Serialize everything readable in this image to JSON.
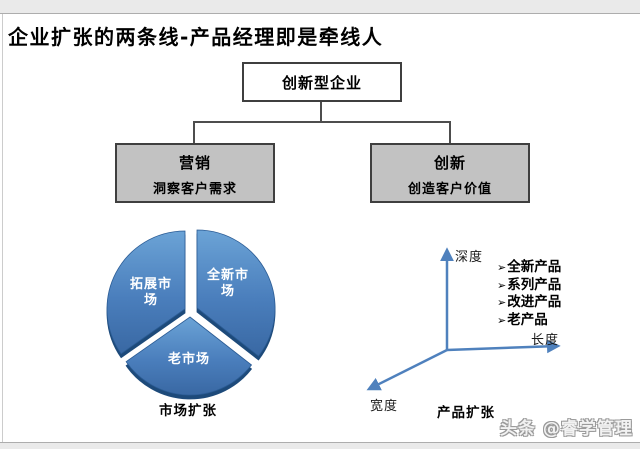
{
  "title": "企业扩张的两条线-产品经理即是牵线人",
  "org_chart": {
    "root": "创新型企业",
    "left": {
      "title": "营销",
      "subtitle": "洞察客户需求"
    },
    "right": {
      "title": "创新",
      "subtitle": "创造客户价值"
    }
  },
  "market_pie": {
    "caption": "市场扩张",
    "slices": [
      {
        "label": "拓展市场"
      },
      {
        "label": "全新市场"
      },
      {
        "label": "老市场"
      }
    ]
  },
  "product_axis": {
    "caption": "产品扩张",
    "axis_up": "深度",
    "axis_right": "长度",
    "axis_diag": "宽度",
    "bullet": "➢",
    "items": [
      "全新产品",
      "系列产品",
      "改进产品",
      "老产品"
    ]
  },
  "watermark": "头条 @睿学管理",
  "colors": {
    "pie_blue_light": "#6ba3d6",
    "pie_blue_dark": "#3968a3",
    "pie_rim": "#1d4a7a",
    "axis_blue": "#4f81bd",
    "box_gray": "#c2c2c2",
    "border_gray": "#3f3f3f"
  }
}
